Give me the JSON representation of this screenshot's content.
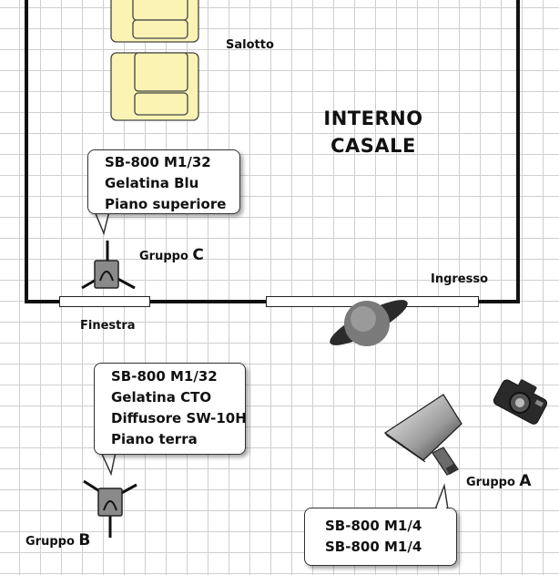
{
  "room": {
    "title_line1": "INTERNO",
    "title_line2": "CASALE",
    "salotto": "Salotto",
    "ingresso": "Ingresso",
    "finestra": "Finestra"
  },
  "groups": {
    "a": {
      "prefix": "Gruppo ",
      "letter": "A"
    },
    "b": {
      "prefix": "Gruppo ",
      "letter": "B"
    },
    "c": {
      "prefix": "Gruppo ",
      "letter": "C"
    }
  },
  "callouts": {
    "c": [
      "SB-800 M1/32",
      "Gelatina Blu",
      "Piano superiore"
    ],
    "b": [
      "SB-800 M1/32",
      "Gelatina CTO",
      "Diffusore SW-10H",
      "Piano terra"
    ],
    "a": [
      "SB-800 M1/4",
      "SB-800 M1/4"
    ]
  }
}
